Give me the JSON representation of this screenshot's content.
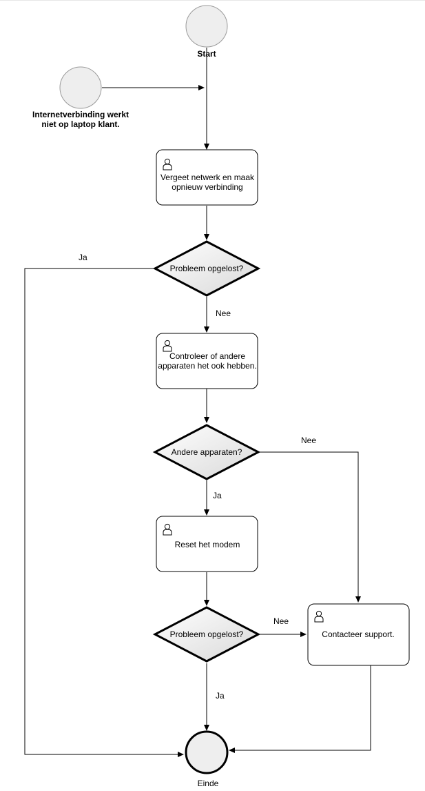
{
  "nodes": {
    "start": {
      "label": "Start"
    },
    "trigger": {
      "label_line1": "Internetverbinding werkt",
      "label_line2": "niet op laptop klant."
    },
    "task_forget": {
      "label_line1": "Vergeet netwerk en maak",
      "label_line2": "opnieuw verbinding"
    },
    "decision_1": {
      "label": "Probleem opgelost?"
    },
    "task_check": {
      "label_line1": "Controleer of andere",
      "label_line2": "apparaten het ook hebben."
    },
    "decision_2": {
      "label": "Andere apparaten?"
    },
    "task_reset": {
      "label": "Reset het modem"
    },
    "decision_3": {
      "label": "Probleem opgelost?"
    },
    "task_support": {
      "label": "Contacteer support."
    },
    "end": {
      "label": "Einde"
    }
  },
  "edges": {
    "d1_yes": "Ja",
    "d1_no": "Nee",
    "d2_no": "Nee",
    "d2_yes": "Ja",
    "d3_no": "Nee",
    "d3_yes": "Ja"
  },
  "colors": {
    "shape_fill": "#eeeeee",
    "stroke": "#000000",
    "line": "#000000"
  }
}
